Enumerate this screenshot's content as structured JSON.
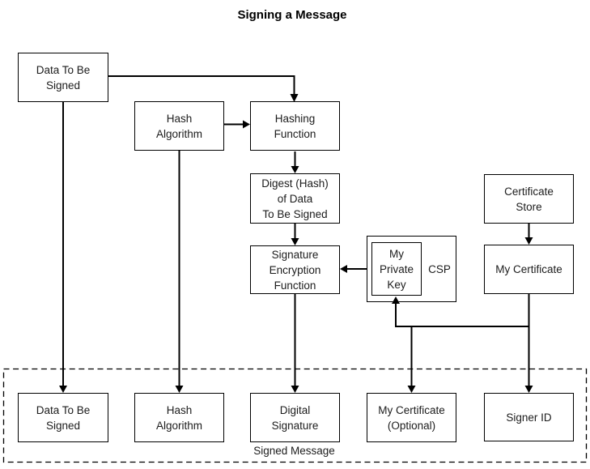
{
  "title": "Signing a Message",
  "colors": {
    "background": "#ffffff",
    "line": "#000000",
    "box_border": "#000000",
    "text": "#1c1c1c"
  },
  "boxes": {
    "data_to_be_signed_top": {
      "label": "Data To Be\nSigned"
    },
    "hash_algorithm_top": {
      "label": "Hash\nAlgorithm"
    },
    "hashing_function": {
      "label": "Hashing\nFunction"
    },
    "digest": {
      "label": "Digest (Hash)\nof Data\nTo Be Signed"
    },
    "signature_encryption_function": {
      "label": "Signature\nEncryption\nFunction"
    },
    "my_private_key": {
      "label": "My\nPrivate\nKey"
    },
    "csp": {
      "label": "CSP"
    },
    "certificate_store": {
      "label": "Certificate\nStore"
    },
    "my_certificate": {
      "label": "My Certificate"
    },
    "data_to_be_signed_bottom": {
      "label": "Data To Be\nSigned"
    },
    "hash_algorithm_bottom": {
      "label": "Hash\nAlgorithm"
    },
    "digital_signature": {
      "label": "Digital\nSignature"
    },
    "my_certificate_optional": {
      "label": "My Certificate\n(Optional)"
    },
    "signer_id": {
      "label": "Signer ID"
    }
  },
  "signed_message_container_label": "Signed Message"
}
